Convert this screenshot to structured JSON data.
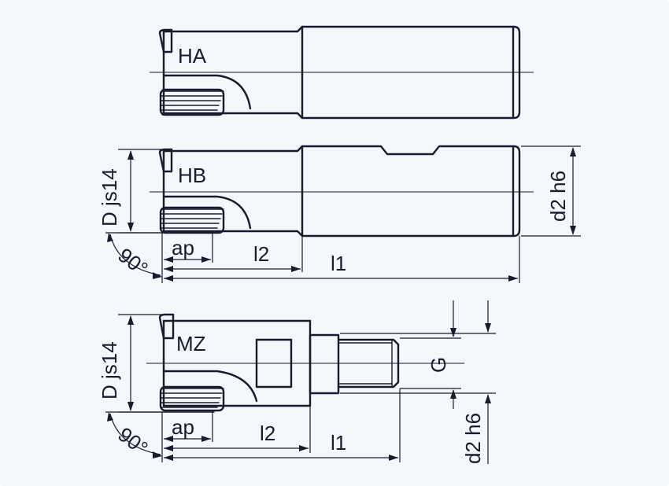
{
  "colors": {
    "background": "#f4f7fc",
    "line": "#1a1a2e"
  },
  "views": {
    "ha": {
      "type_label": "HA"
    },
    "hb": {
      "type_label": "HB",
      "dim_diameter": "D js14",
      "dim_shank": "d2 h6",
      "dim_ap": "ap",
      "dim_l2": "l2",
      "dim_l1": "l1",
      "angle": "90°"
    },
    "mz": {
      "type_label": "MZ",
      "dim_diameter": "D js14",
      "dim_thread": "G",
      "dim_shank": "d2 h6",
      "dim_ap": "ap",
      "dim_l2": "l2",
      "dim_l1": "l1",
      "angle": "90°"
    }
  }
}
